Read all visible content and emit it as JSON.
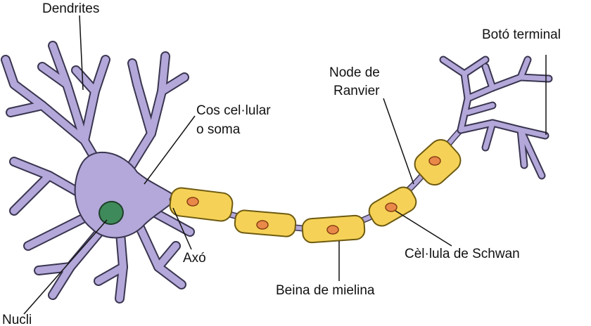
{
  "labels": {
    "dendrites": "Dendrites",
    "soma_line1": "Cos cel·lular",
    "soma_line2": "o soma",
    "ranvier_line1": "Node de",
    "ranvier_line2": "Ranvier",
    "terminal": "Botó terminal",
    "schwann": "Cèl·lula de Schwan",
    "axon": "Axó",
    "myelin": "Beina de mielina",
    "nucleus": "Nucli"
  },
  "colors": {
    "neuron_fill": "#b3a8d9",
    "neuron_stroke": "#3a3550",
    "myelin_fill": "#f5d257",
    "myelin_stroke": "#6e5a10",
    "schwann_nucleus": "#e8894a",
    "cell_nucleus": "#3f8a5a",
    "leader_line": "#111111"
  }
}
